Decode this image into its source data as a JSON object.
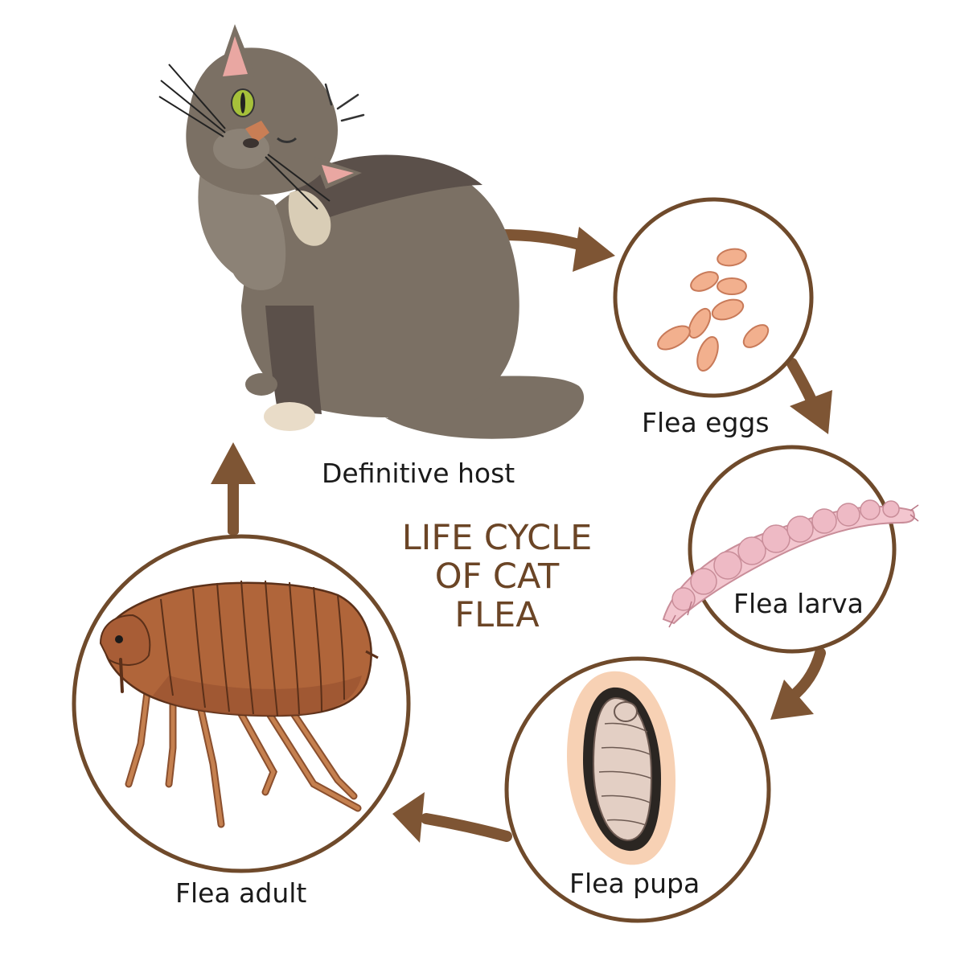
{
  "title": {
    "line1": "LIFE CYCLE",
    "line2": "OF CAT",
    "line3": "FLEA"
  },
  "stages": {
    "host": "Definitive host",
    "eggs": "Flea eggs",
    "larva": "Flea larva",
    "pupa": "Flea pupa",
    "adult": "Flea adult"
  },
  "colors": {
    "arrow": "#7e5534",
    "circle_stroke": "#6f4a2b",
    "title": "#6b4526",
    "cat_body": "#7b7064",
    "cat_dark": "#5b504a",
    "egg": "#f2b08e",
    "larva": "#f3c6cf",
    "pupa_glow": "#f6c9a7",
    "flea_body": "#b0653a"
  },
  "icons": [
    "cat-illustration",
    "flea-eggs-icon",
    "flea-larva-icon",
    "flea-pupa-icon",
    "flea-adult-icon"
  ]
}
